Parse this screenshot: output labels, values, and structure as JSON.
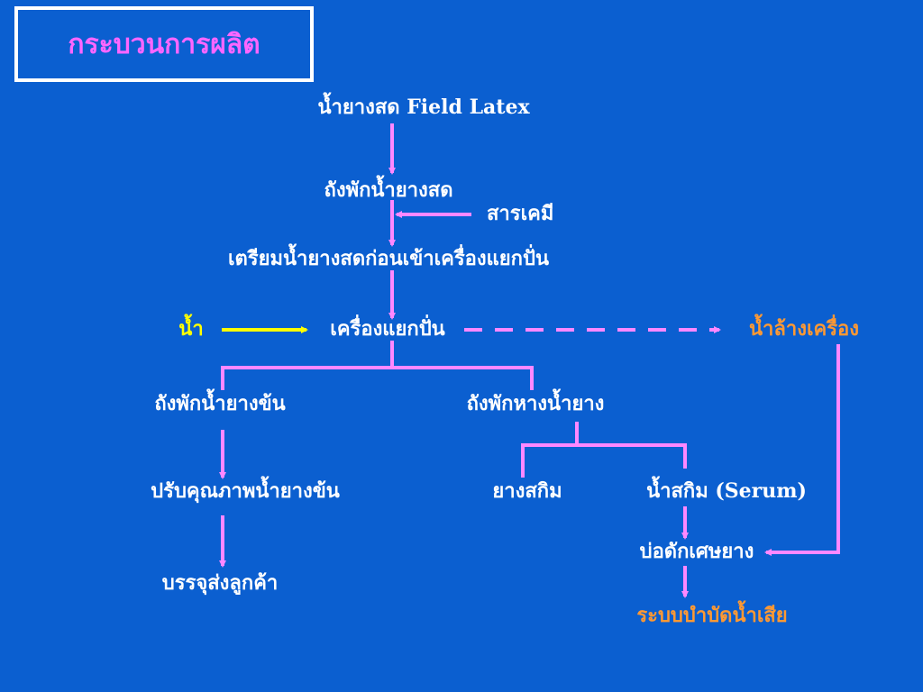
{
  "title": "กระบวนการผลิต",
  "nodes": {
    "field_latex": "น้ำยางสด Field Latex",
    "fresh_latex_tank": "ถังพักน้ำยางสด",
    "chemicals": "สารเคมี",
    "prepare_latex": "เตรียมน้ำยางสดก่อนเข้าเครื่องแยกปั่น",
    "water": "น้ำ",
    "centrifuge": "เครื่องแยกปั่น",
    "machine_wash_water": "น้ำล้างเครื่อง",
    "concentrated_latex_tank": "ถังพักน้ำยางข้น",
    "skim_latex_tank": "ถังพักหางน้ำยาง",
    "quality_adjust": "ปรับคุณภาพน้ำยางข้น",
    "skim_rubber": "ยางสกิม",
    "skim_serum": "น้ำสกิม (Serum)",
    "packing": "บรรจุส่งลูกค้า",
    "rubber_trap": "บ่อดักเศษยาง",
    "wastewater_treatment": "ระบบบำบัดน้ำเสีย"
  },
  "colors": {
    "background": "#0b5fd0",
    "title": "#ff66ff",
    "arrow": "#ff88ff",
    "water_arrow": "#ffff00",
    "highlight_orange": "#ff9933",
    "text": "#ffffff"
  }
}
